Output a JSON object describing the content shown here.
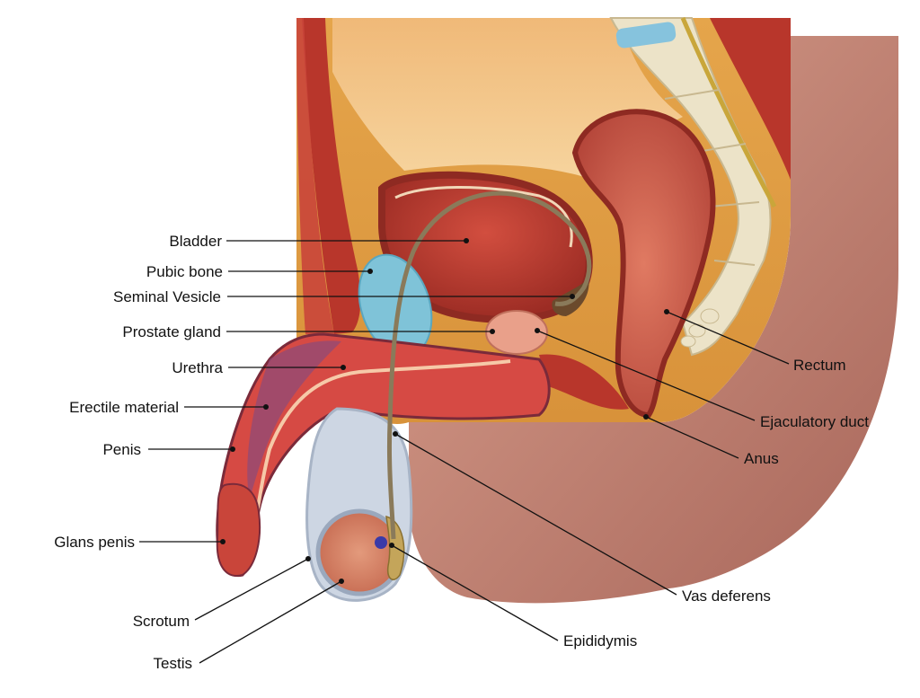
{
  "labels": {
    "bladder": "Bladder",
    "pubic_bone": "Pubic bone",
    "seminal_vesicle": "Seminal Vesicle",
    "prostate_gland": "Prostate gland",
    "urethra": "Urethra",
    "erectile_material": "Erectile material",
    "penis": "Penis",
    "glans_penis": "Glans penis",
    "scrotum": "Scrotum",
    "testis": "Testis",
    "rectum": "Rectum",
    "ejaculatory_duct": "Ejaculatory duct",
    "anus": "Anus",
    "vas_deferens": "Vas deferens",
    "epididymis": "Epididymis"
  },
  "colors": {
    "fat": "#e8a94a",
    "cavity": "#f4c77f",
    "muscle": "#b8362b",
    "bladder": "#c9453a",
    "bone": "#e8e0c8",
    "pubic_bone": "#7fc3d8",
    "skin": "#c98a78",
    "rectum": "#c75a4c",
    "scrotum": "#cdd6e3"
  }
}
